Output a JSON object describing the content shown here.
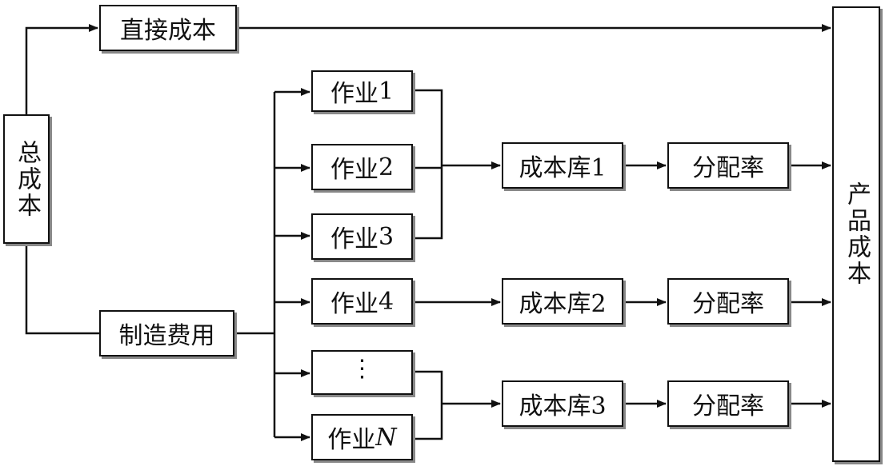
{
  "diagram": {
    "total_cost": "总成本",
    "direct_cost": "直接成本",
    "manufacturing_overhead": "制造费用",
    "product_cost": "产品成本",
    "activities": [
      {
        "prefix": "作业",
        "suffix": "1",
        "italic": false
      },
      {
        "prefix": "作业",
        "suffix": "2",
        "italic": false
      },
      {
        "prefix": "作业",
        "suffix": "3",
        "italic": false
      },
      {
        "prefix": "作业",
        "suffix": "4",
        "italic": false
      },
      {
        "prefix": "",
        "suffix": "⋮",
        "italic": false
      },
      {
        "prefix": "作业",
        "suffix": "N",
        "italic": true
      }
    ],
    "cost_pools": [
      "成本库1",
      "成本库2",
      "成本库3"
    ],
    "allocation_rates": [
      "分配率",
      "分配率",
      "分配率"
    ],
    "colors": {
      "line": "#111111",
      "border": "#111111",
      "shadow": "#888888",
      "background": "#ffffff"
    }
  }
}
